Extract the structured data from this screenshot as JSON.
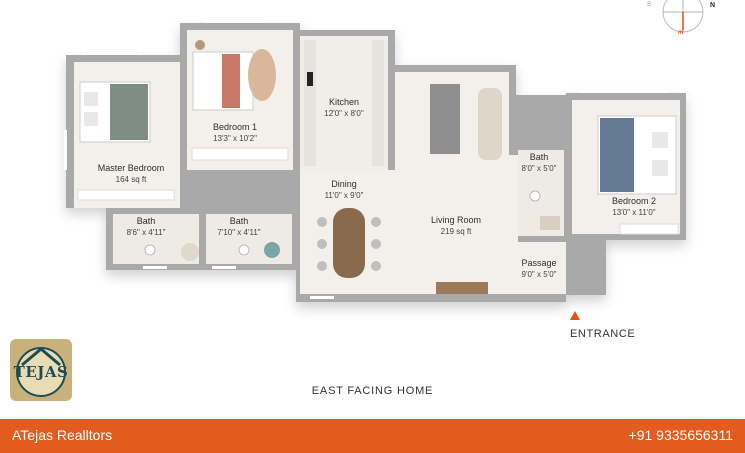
{
  "rooms": {
    "master_bedroom": {
      "name": "Master Bedroom",
      "dim": "164 sq ft"
    },
    "bedroom1": {
      "name": "Bedroom 1",
      "dim": "13'3\" x 10'2\""
    },
    "kitchen": {
      "name": "Kitchen",
      "dim": "12'0\" x 8'0\""
    },
    "dining": {
      "name": "Dining",
      "dim": "11'0\" x 9'0\""
    },
    "living_room": {
      "name": "Living Room",
      "dim": "219 sq ft"
    },
    "bath_right": {
      "name": "Bath",
      "dim": "8'0\" x 5'0\""
    },
    "bedroom2": {
      "name": "Bedroom 2",
      "dim": "13'0\" x 11'0\""
    },
    "bath_left1": {
      "name": "Bath",
      "dim": "8'6\" x 4'11\""
    },
    "bath_left2": {
      "name": "Bath",
      "dim": "7'10\" x 4'11\""
    },
    "passage": {
      "name": "Passage",
      "dim": "9'0\" x 5'0\""
    }
  },
  "entrance_label": "ENTRANCE",
  "caption": "EAST FACING HOME",
  "logo_text": "TEJAS",
  "footer": {
    "brand": "ATejas Realltors",
    "phone": "+91 9335656311"
  },
  "compass": {
    "n": "N",
    "s": "S",
    "e": "m"
  },
  "colors": {
    "accent": "#e35b1f",
    "wall": "#a9a9a9",
    "floor": "#f3efea",
    "bed_gray": "#7f8d85",
    "bed_blue": "#3e5a7a",
    "wood": "#8a6a4d"
  }
}
